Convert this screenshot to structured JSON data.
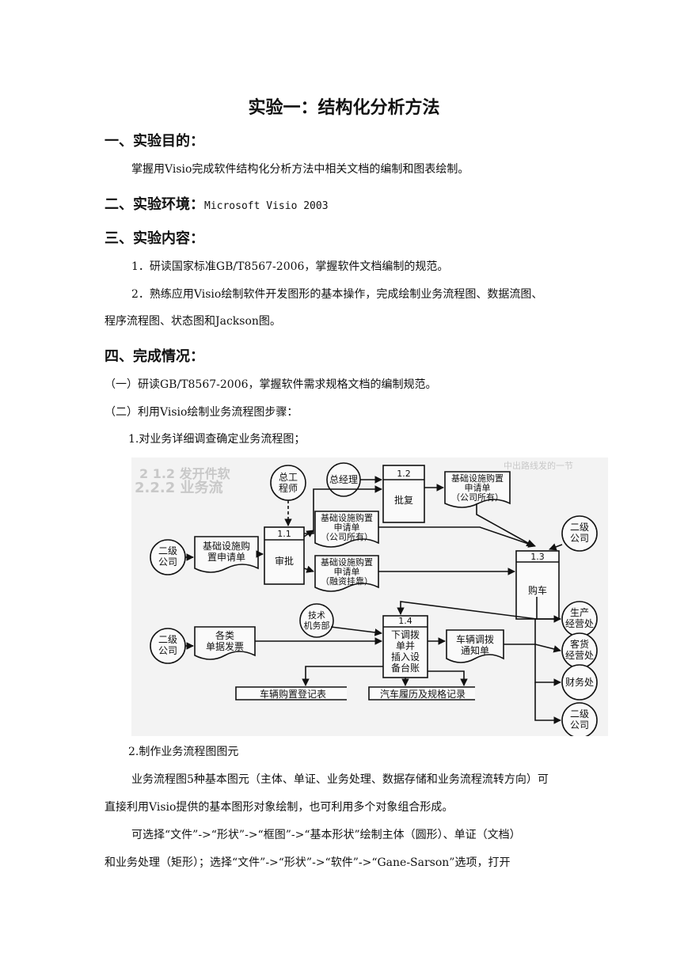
{
  "doc_title": "实验一：结构化分析方法",
  "sections": {
    "s1": {
      "heading": "一、实验目的：",
      "body": "掌握用Visio完成软件结构化分析方法中相关文档的编制和图表绘制。"
    },
    "s2": {
      "heading": "二、实验环境：",
      "env": "Microsoft Visio 2003"
    },
    "s3": {
      "heading": "三、实验内容：",
      "item1": "1．研读国家标准GB/T8567-2006，掌握软件文档编制的规范。",
      "item2_line1": "2．熟练应用Visio绘制软件开发图形的基本操作，完成绘制业务流程图、数据流图、",
      "item2_line2": "程序流程图、状态图和Jackson图。"
    },
    "s4": {
      "heading": "四、完成情况：",
      "sub1": "（一）研读GB/T8567-2006，掌握软件需求规格文档的编制规范。",
      "sub2": "（二）利用Visio绘制业务流程图步骤：",
      "step1": "1.对业务详细调查确定业务流程图；",
      "step2": "2.制作业务流程图图元",
      "para1_line1": "业务流程图5种基本图元（主体、单证、业务处理、数据存储和业务流程流转方向）可",
      "para1_line2": "直接利用Visio提供的基本图形对象绘制，也可利用多个对象组合形成。",
      "para2_line1": "可选择“文件”->“形状”->“框图”->“基本形状”绘制主体（圆形）、单证（文档）",
      "para2_line2": "和业务处理（矩形）；选择“文件”->“形状”->“软件”->“Gane-Sarson”选项，打开"
    }
  },
  "figure": {
    "labels": {
      "chief_engineer_1": "总工",
      "chief_engineer_2": "程师",
      "gm": "总经理",
      "num_11": "1.1",
      "num_12": "1.2",
      "num_13": "1.3",
      "num_14": "1.4",
      "approve": "审批",
      "reply": "批复",
      "buy": "购车",
      "sub_co_1": "二级",
      "sub_co_2": "公司",
      "apply_1": "基础设施购",
      "apply_2": "置申请单",
      "form_company_1": "基础设施购置",
      "form_company_2": "申请单",
      "form_company_3": "（公司所有）",
      "form_loan_1": "基础设施购置",
      "form_loan_2": "申请单",
      "form_loan_3": "（融资挂靠）",
      "tech_1": "技术",
      "tech_2": "机务部",
      "bills_1": "各类",
      "bills_2": "单据发票",
      "dispatch_1": "下调拨",
      "dispatch_2": "单并",
      "dispatch_3": "插入设",
      "dispatch_4": "备台账",
      "notice_1": "车辆调拨",
      "notice_2": "通知单",
      "prod_1": "生产",
      "prod_2": "经营处",
      "cargo_1": "客货",
      "cargo_2": "经营处",
      "finance": "财务处",
      "store_register": "车辆购置登记表",
      "store_history": "汽车履历及规格记录"
    },
    "bleed_text": {
      "b1": "2.2.2 业务流",
      "b2": "中出路线发的一节",
      "b3": "2 1.2 发开件软"
    }
  }
}
